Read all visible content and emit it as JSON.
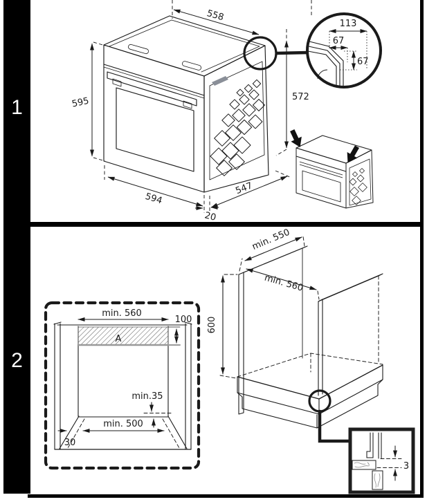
{
  "sidebar": {
    "section1_label": "1",
    "section2_label": "2"
  },
  "section1": {
    "oven_dims": {
      "top_width": "558",
      "front_height": "595",
      "front_width": "594",
      "side_depth": "547",
      "door_offset": "20",
      "install_height": "572"
    },
    "corner_detail": {
      "width": "113",
      "offset_h": "67",
      "offset_v": "67"
    }
  },
  "section2": {
    "cabinet_dims": {
      "depth": "min. 550",
      "width": "min. 560",
      "height": "600"
    },
    "niche_dims": {
      "top_width": "min. 560",
      "vent_height": "100",
      "vent_label": "A",
      "bottom_clearance": "min.35",
      "bottom_width": "min. 500",
      "plinth_inset": "30"
    },
    "rear_gap_detail": {
      "gap": "3"
    }
  },
  "colors": {
    "ink": "#1a1a1a",
    "vent_stripe_gray": "#8a8f98"
  }
}
